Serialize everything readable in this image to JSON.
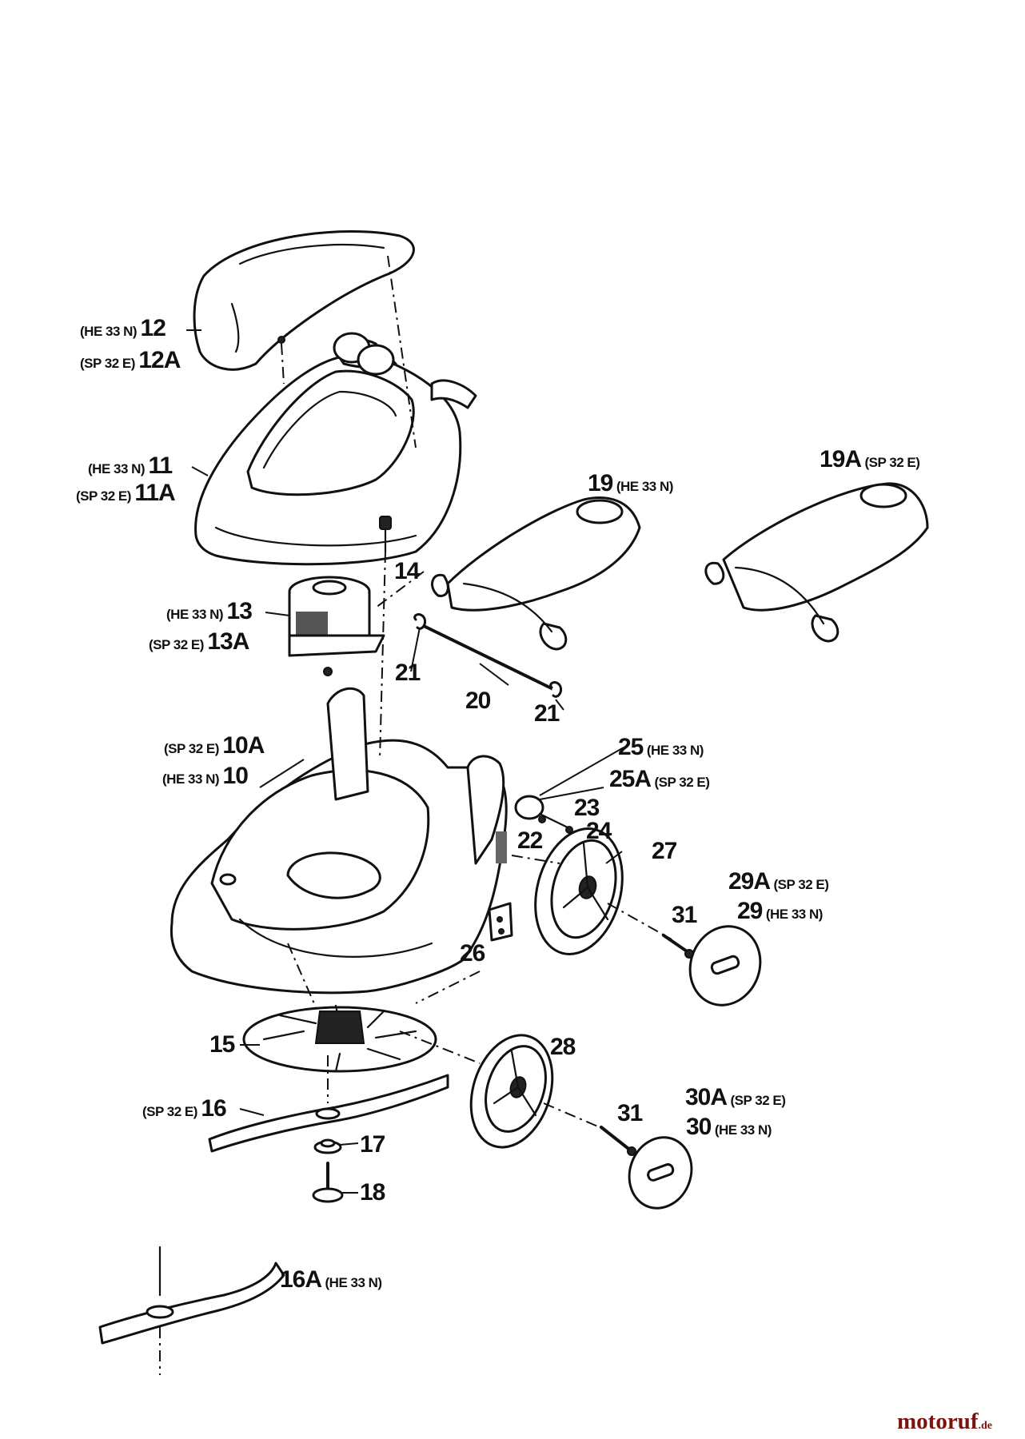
{
  "labels": [
    {
      "num": "12",
      "variant": "(HE 33 N)",
      "side": "left"
    },
    {
      "num": "12A",
      "variant": "(SP 32 E)",
      "side": "left"
    },
    {
      "num": "11",
      "variant": "(HE 33 N)",
      "side": "left"
    },
    {
      "num": "11A",
      "variant": "(SP 32 E)",
      "side": "left"
    },
    {
      "num": "19",
      "variant": "(HE 33 N)",
      "side": "right"
    },
    {
      "num": "19A",
      "variant": "(SP 32 E)",
      "side": "right"
    },
    {
      "num": "14",
      "variant": "",
      "side": "none"
    },
    {
      "num": "13",
      "variant": "(HE 33 N)",
      "side": "left"
    },
    {
      "num": "13A",
      "variant": "(SP 32 E)",
      "side": "left"
    },
    {
      "num": "21",
      "variant": "",
      "side": "none"
    },
    {
      "num": "20",
      "variant": "",
      "side": "none"
    },
    {
      "num": "21",
      "variant": "",
      "side": "none"
    },
    {
      "num": "10A",
      "variant": "(SP 32 E)",
      "side": "left"
    },
    {
      "num": "10",
      "variant": "(HE 33 N)",
      "side": "left"
    },
    {
      "num": "25",
      "variant": "(HE 33 N)",
      "side": "right"
    },
    {
      "num": "25A",
      "variant": "(SP 32 E)",
      "side": "right"
    },
    {
      "num": "23",
      "variant": "",
      "side": "none"
    },
    {
      "num": "22",
      "variant": "",
      "side": "none"
    },
    {
      "num": "24",
      "variant": "",
      "side": "none"
    },
    {
      "num": "27",
      "variant": "",
      "side": "none"
    },
    {
      "num": "29A",
      "variant": "(SP 32 E)",
      "side": "right"
    },
    {
      "num": "29",
      "variant": "(HE 33 N)",
      "side": "right"
    },
    {
      "num": "31",
      "variant": "",
      "side": "none"
    },
    {
      "num": "26",
      "variant": "",
      "side": "none"
    },
    {
      "num": "15",
      "variant": "",
      "side": "none"
    },
    {
      "num": "28",
      "variant": "",
      "side": "none"
    },
    {
      "num": "30A",
      "variant": "(SP 32 E)",
      "side": "right"
    },
    {
      "num": "30",
      "variant": "(HE 33 N)",
      "side": "right"
    },
    {
      "num": "31",
      "variant": "",
      "side": "none"
    },
    {
      "num": "16",
      "variant": "(SP 32 E)",
      "side": "left"
    },
    {
      "num": "17",
      "variant": "",
      "side": "none"
    },
    {
      "num": "18",
      "variant": "",
      "side": "none"
    },
    {
      "num": "16A",
      "variant": "(HE 33 N)",
      "side": "right"
    }
  ],
  "brand": {
    "name": "motoruf",
    "tld": ".de"
  }
}
